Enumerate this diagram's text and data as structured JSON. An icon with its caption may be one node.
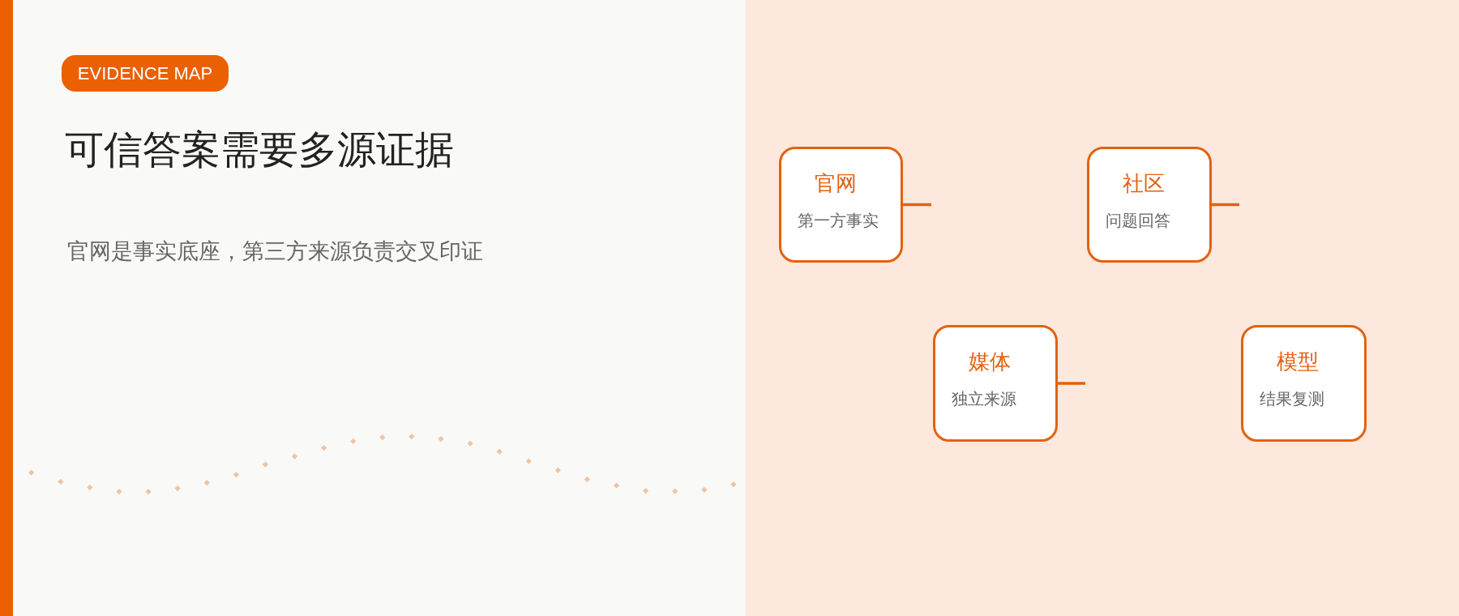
{
  "diagram": {
    "title": "可信答案需要多源证据",
    "nodes": [
      {
        "text": [
          "官网",
          "第一方事实"
        ]
      },
      {
        "text": [
          "社区",
          "问题回答"
        ]
      },
      {
        "text": [
          "媒体",
          "独立来源"
        ]
      },
      {
        "text": [
          "模型",
          "结果复测"
        ]
      }
    ],
    "edges": [
      {
        "from": 0,
        "to": null,
        "arrow": "none"
      },
      {
        "from": 1,
        "to": null,
        "arrow": "none"
      },
      {
        "from": 2,
        "to": null,
        "arrow": "none"
      }
    ],
    "labels": [
      "EVIDENCE MAP",
      "官网是事实底座，第三方来源负责交叉印证"
    ]
  }
}
